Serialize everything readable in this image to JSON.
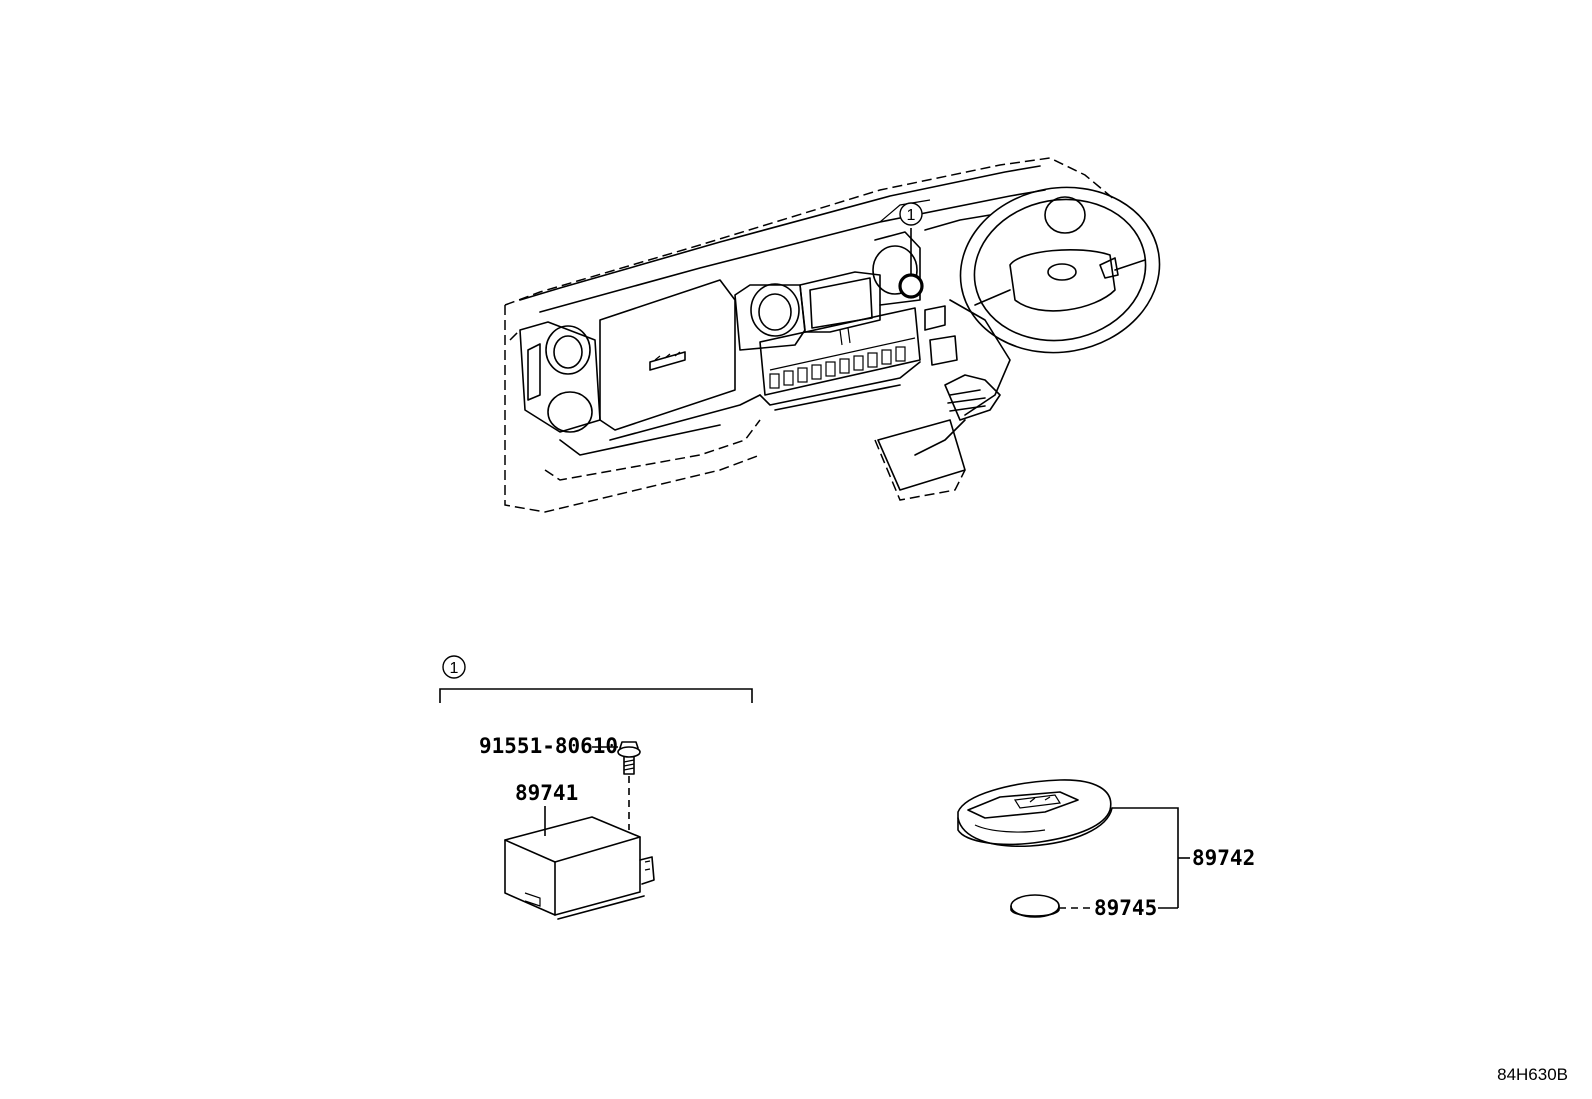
{
  "diagram": {
    "callout_marker": "1",
    "callout_group_label": "1",
    "parts": [
      {
        "number": "91551-80610",
        "name": "bolt"
      },
      {
        "number": "89741",
        "name": "computer-module"
      },
      {
        "number": "89742",
        "name": "key-fob"
      },
      {
        "number": "89745",
        "name": "battery"
      }
    ],
    "illustration_code": "84H630B"
  }
}
